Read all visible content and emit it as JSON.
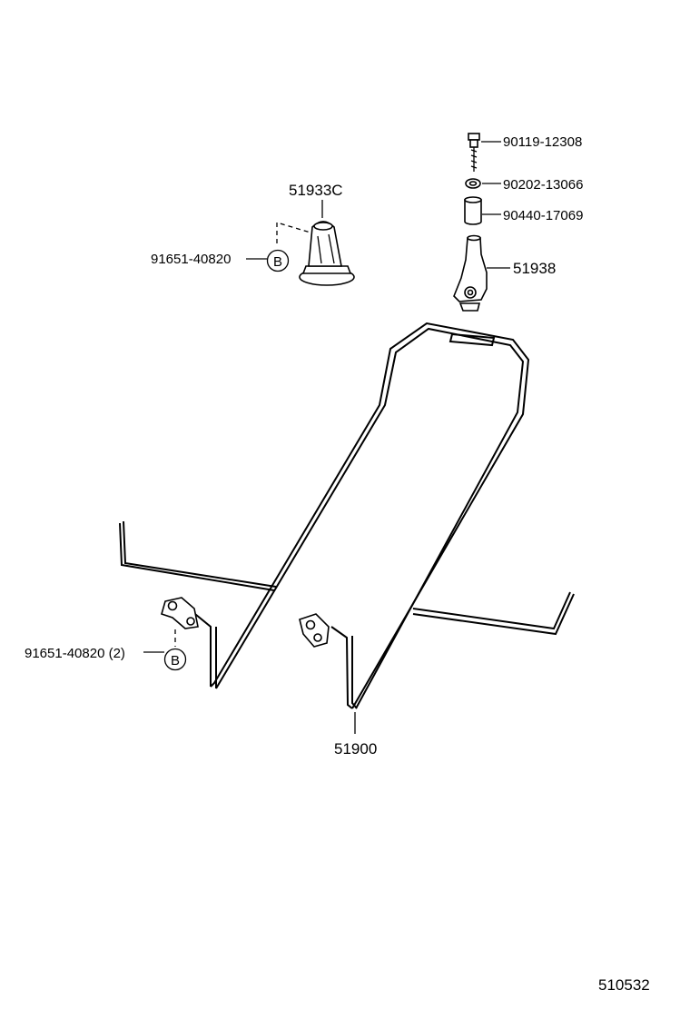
{
  "parts": {
    "bolt": "90119-12308",
    "washer": "90202-13066",
    "collar": "90440-17069",
    "clamp": "51938",
    "stopper": "51933C",
    "clip_top": "91651-40820",
    "clip_bottom": "91651-40820 (2)",
    "holder": "51900"
  },
  "callout_letter": "B",
  "figure_number": "510532"
}
